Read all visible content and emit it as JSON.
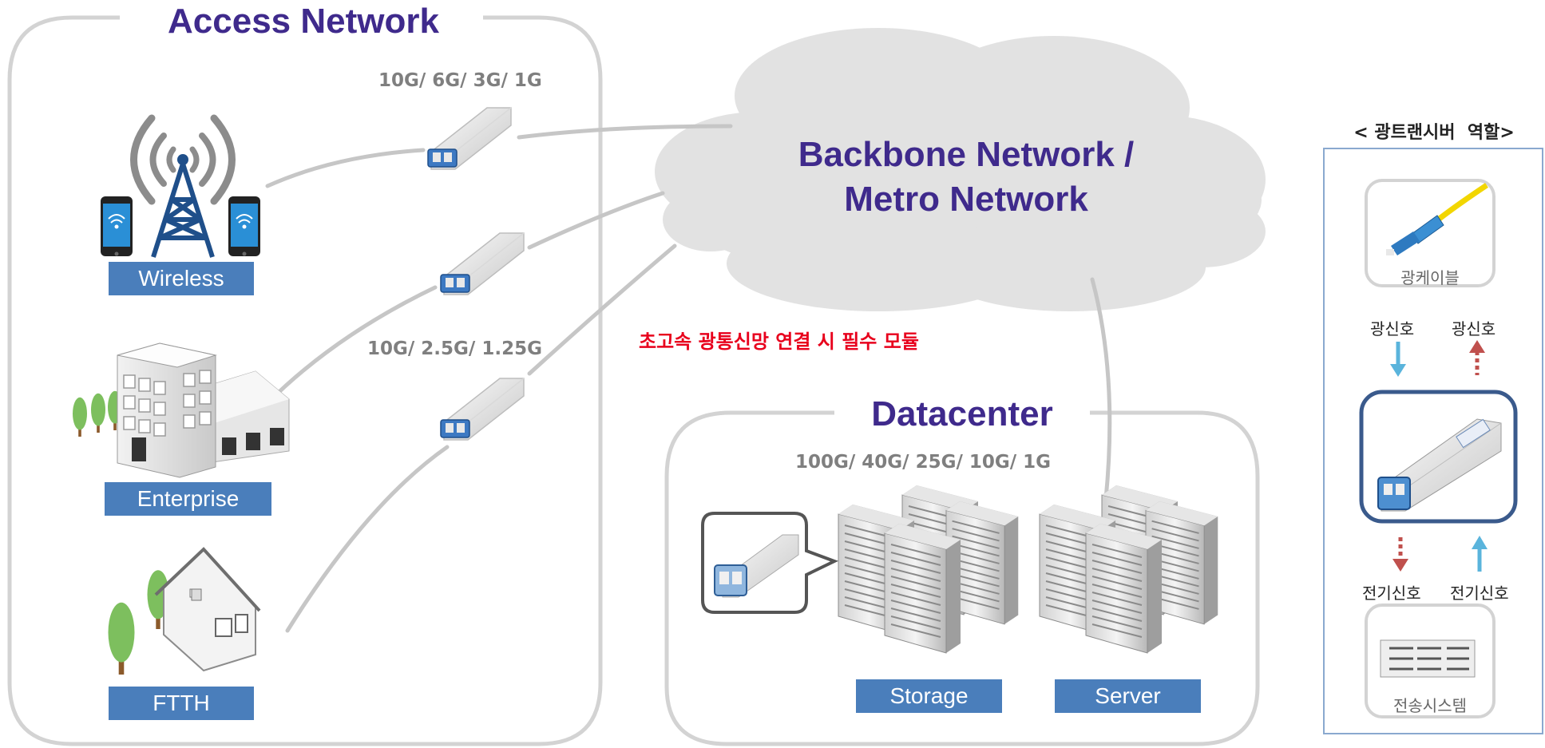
{
  "access_network": {
    "title": "Access Network",
    "rate_top": "10G/ 6G/ 3G/ 1G",
    "rate_mid": "10G/ 2.5G/ 1.25G",
    "nodes": [
      "Wireless",
      "Enterprise",
      "FTTH"
    ]
  },
  "backbone": {
    "line1": "Backbone Network /",
    "line2": "Metro Network"
  },
  "essential_note": "초고속 광통신망 연결 시 필수 모듈",
  "datacenter": {
    "title": "Datacenter",
    "rate": "100G/ 40G/ 25G/ 10G/ 1G",
    "labels": [
      "Storage",
      "Server"
    ]
  },
  "transceiver_role": {
    "title": "< 광트랜시버  역할>",
    "optical_cable": "광케이블",
    "optical_signal_in": "광신호",
    "optical_signal_out": "광신호",
    "electrical_signal_out": "전기신호",
    "electrical_signal_in": "전기신호",
    "transmission_system": "전송시스템"
  },
  "colors": {
    "title": "#3f2a8c",
    "label_box": "#4a7ebb",
    "note": "#e8001c",
    "rate_text": "#7f7f7f",
    "arrow_blue": "#5ab4dc",
    "arrow_red": "#c0504d",
    "cloud": "#e0e0e0",
    "panel_border": "#3a5a8c"
  }
}
